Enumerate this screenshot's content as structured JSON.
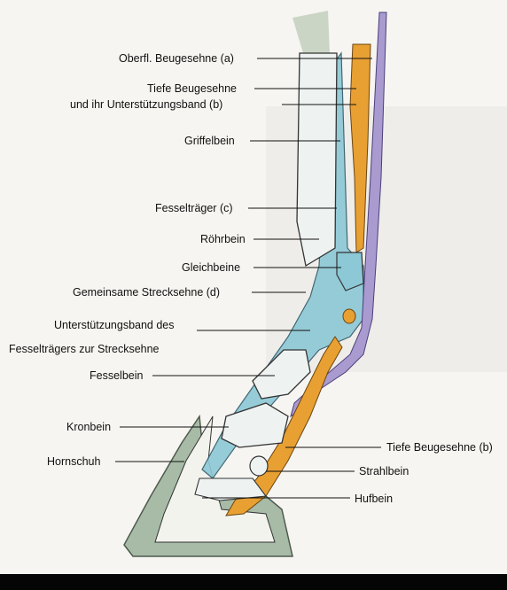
{
  "diagram": {
    "labels": {
      "oberfl_beugesehne": "Oberfl. Beugesehne (a)",
      "tiefe_beugesehne_1": "Tiefe Beugesehne",
      "unterstuetzungsband_b": "und ihr Unterstützungsband (b)",
      "griffelbein": "Griffelbein",
      "fesseltraeger": "Fesselträger (c)",
      "roehrbein": "Röhrbein",
      "gleichbeine": "Gleichbeine",
      "strecksehne": "Gemeinsame Strecksehne (d)",
      "unterstuetzungsband_des": "Unterstützungsband des",
      "fesseltraegers_zur": "Fesselträgers zur Strecksehne",
      "fesselbein": "Fesselbein",
      "kronbein": "Kronbein",
      "hornschuh": "Hornschuh",
      "tiefe_beugesehne_b": "Tiefe Beugesehne (b)",
      "strahlbein": "Strahlbein",
      "hufbein": "Hufbein"
    },
    "colors": {
      "beugesehne_orange": "#e8a032",
      "fesseltraeger_blue": "#8cc8d6",
      "strecksehne_purple": "#a99bd0",
      "hornschuh_green": "#9fb5a0",
      "bone_outline": "#333333"
    }
  }
}
